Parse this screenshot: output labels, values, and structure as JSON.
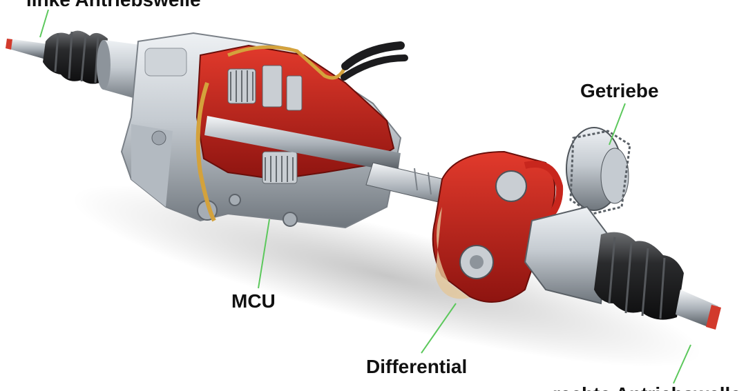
{
  "labels": {
    "left_drive_shaft": "linke Antriebswelle",
    "gearbox": "Getriebe",
    "mcu": "MCU",
    "differential": "Differential",
    "right_drive_shaft": "rechte Antriebswelle"
  },
  "colors": {
    "leader_line": "#5cc85c",
    "housing_red": "#c8261d",
    "housing_dark_red": "#8e1410",
    "metal_light": "#d9dde2",
    "metal_mid": "#9ea5ad",
    "metal_dark": "#4e545a",
    "boot_black": "#1c1c1e",
    "brass": "#d4a23c",
    "text": "#111111"
  }
}
